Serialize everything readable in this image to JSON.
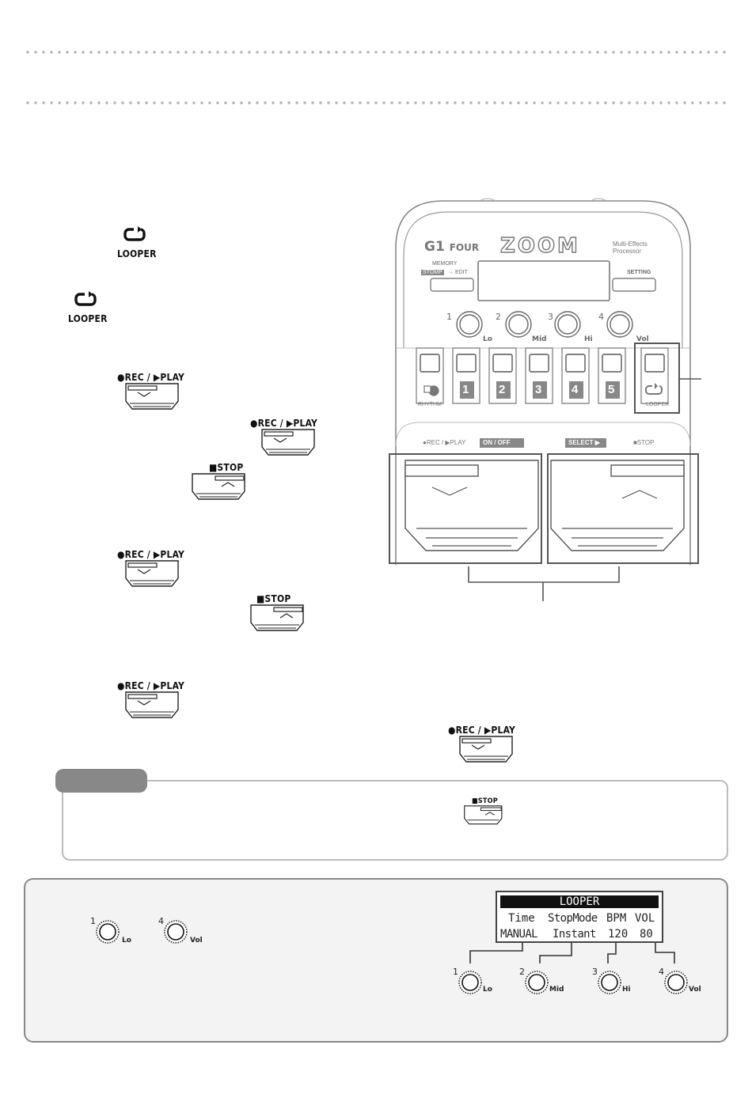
{
  "icons": {
    "looper_label": "LOOPER",
    "rec_play_label": "●REC / ▶PLAY",
    "stop_label": "■STOP"
  },
  "device": {
    "model": "G1",
    "model_suffix": "FOUR",
    "brand": "ZOOM",
    "subtitle_line1": "Multi-Effects",
    "subtitle_line2": "Processor",
    "memory_label": "MEMORY",
    "stomp_label": "STOMP",
    "edit_label": "→ EDIT",
    "setting_label": "SETTING",
    "knobs": [
      {
        "num": "1",
        "label": "Lo"
      },
      {
        "num": "2",
        "label": "Mid"
      },
      {
        "num": "3",
        "label": "Hi"
      },
      {
        "num": "4",
        "label": "Vol"
      }
    ],
    "rhythm_label": "RHYTHM",
    "looper_label": "LOOPER",
    "footswitch_numbers": [
      "1",
      "2",
      "3",
      "4",
      "5"
    ],
    "pedal_strip": {
      "rec_play": "●REC / ▶PLAY",
      "on_off": "ON / OFF",
      "select": "SELECT ▶",
      "stop": "■STOP"
    }
  },
  "lcd": {
    "title": "LOOPER",
    "headers": [
      "Time",
      "StopMode",
      "BPM",
      "VOL"
    ],
    "values": [
      "MANUAL",
      "Instant",
      "120",
      "80"
    ]
  },
  "settings_knobs": [
    {
      "num": "1",
      "label": "Lo"
    },
    {
      "num": "2",
      "label": "Mid"
    },
    {
      "num": "3",
      "label": "Hi"
    },
    {
      "num": "4",
      "label": "Vol"
    }
  ],
  "small_knobs": [
    {
      "num": "1",
      "label": "Lo"
    },
    {
      "num": "4",
      "label": "Vol"
    }
  ]
}
